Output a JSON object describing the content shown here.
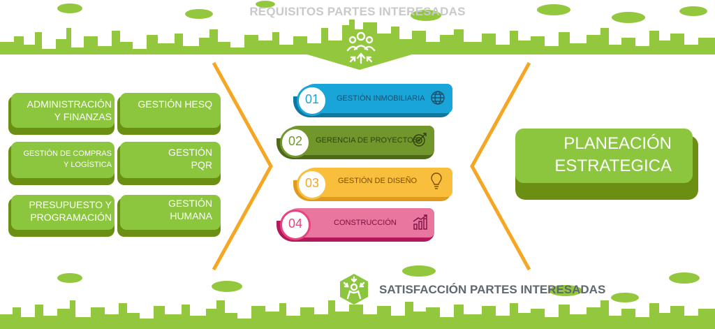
{
  "title": "REQUISITOS PARTES INTERESADAS",
  "bottom_title": "SATISFACCIÓN PARTES INTERESADAS",
  "colors": {
    "green": "#8cc63f",
    "dark_green": "#6b8f12",
    "orange": "#f5a623",
    "blue": "#1aa5d8",
    "olive": "#71962b",
    "yellow": "#f8be3c",
    "pink": "#e8437e"
  },
  "areas": [
    {
      "line1": "ADMINISTRACIÓN",
      "line2": "Y FINANZAS"
    },
    {
      "line1": "GESTIÓN HESQ",
      "line2": ""
    },
    {
      "line1": "GESTIÓN DE COMPRAS",
      "line2": "Y LOGÍSTICA"
    },
    {
      "line1": "GESTIÓN",
      "line2": "PQR"
    },
    {
      "line1": "PRESUPUESTO Y",
      "line2": "PROGRAMACIÓN"
    },
    {
      "line1": "GESTIÓN",
      "line2": "HUMANA"
    }
  ],
  "steps": [
    {
      "number": "01",
      "label": "GESTIÓN INMOBILIARIA",
      "icon": "globe-icon"
    },
    {
      "number": "02",
      "label": "GERENCIA DE PROYECTOS",
      "icon": "target-icon"
    },
    {
      "number": "03",
      "label": "GESTIÓN DE DISEÑO",
      "icon": "lightbulb-icon"
    },
    {
      "number": "04",
      "label": "CONSTRUCCIÓN",
      "icon": "growth-chart-icon"
    }
  ],
  "result": {
    "line1": "PLANEACIÓN",
    "line2": "ESTRATEGICA"
  }
}
